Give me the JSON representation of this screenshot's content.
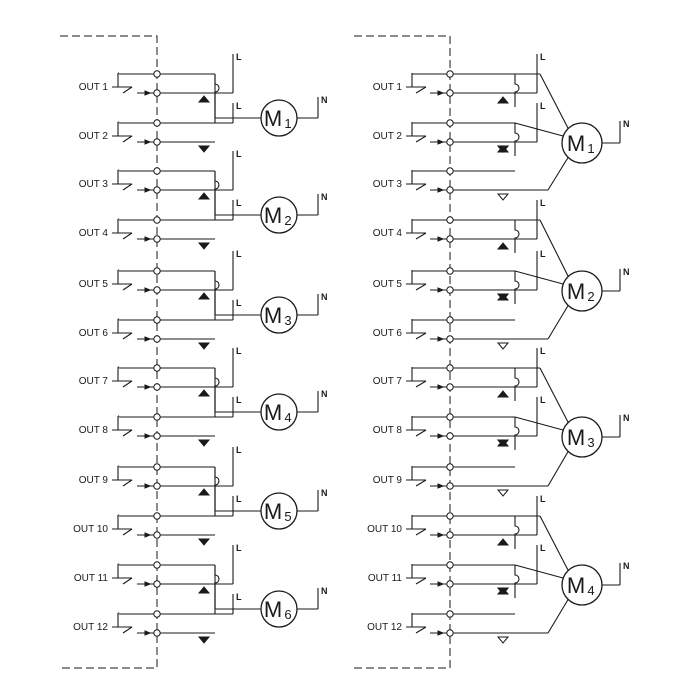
{
  "outputs": [
    "OUT 1",
    "OUT 2",
    "OUT 3",
    "OUT 4",
    "OUT 5",
    "OUT 6",
    "OUT 7",
    "OUT 8",
    "OUT 9",
    "OUT 10",
    "OUT 11",
    "OUT 12"
  ],
  "line_label": "L",
  "neutral_label": "N",
  "motor_letter": "M",
  "left_motors": [
    "1",
    "2",
    "3",
    "4",
    "5",
    "6"
  ],
  "right_motors": [
    "1",
    "2",
    "3",
    "4"
  ]
}
